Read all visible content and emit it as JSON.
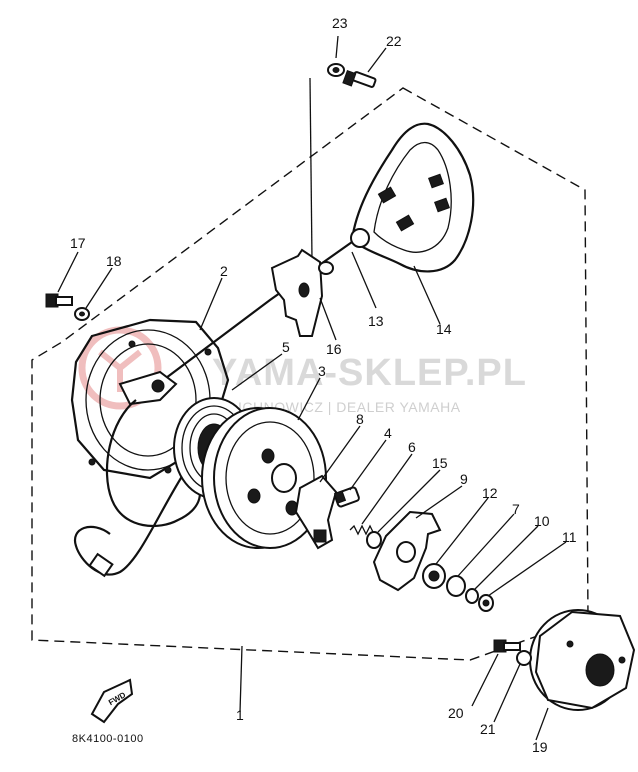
{
  "watermark": {
    "main": "YAMA-SKLEP.PL",
    "sub": "ICHNOWICZ | DEALER YAMAHA",
    "logo_color": "#e58a8a"
  },
  "diagram_code": "8K4100-0100",
  "fwd_label": "FWD",
  "callouts": [
    "1",
    "2",
    "3",
    "4",
    "5",
    "6",
    "7",
    "8",
    "9",
    "10",
    "11",
    "12",
    "13",
    "14",
    "15",
    "16",
    "17",
    "18",
    "19",
    "20",
    "21",
    "22",
    "23"
  ]
}
